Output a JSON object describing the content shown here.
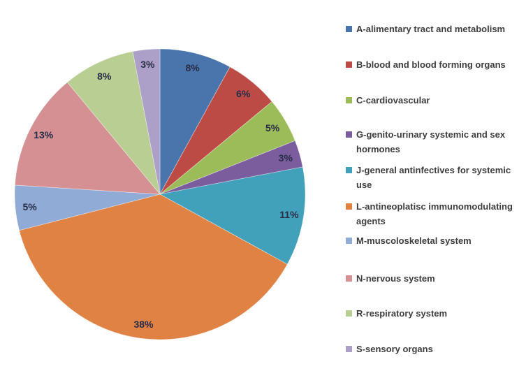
{
  "page": {
    "background": "#FFFFFF",
    "title": ""
  },
  "chart_data": {
    "type": "pie",
    "title": "",
    "unit": "percent",
    "start_angle_deg": 0,
    "direction": "clockwise",
    "legend_position": "right",
    "label_style": "percent labels inside slices",
    "label_color": "#282D47",
    "slices": [
      {
        "key": "A",
        "label": "A-alimentary tract and metabolism",
        "value": 8,
        "display": "8%",
        "color": "#4A74AC"
      },
      {
        "key": "B",
        "label": "B-blood and blood forming organs",
        "value": 6,
        "display": "6%",
        "color": "#BC4B45"
      },
      {
        "key": "C",
        "label": "C-cardiovascular",
        "value": 5,
        "display": "5%",
        "color": "#9CBB59"
      },
      {
        "key": "G",
        "label": "G-genito-urinary systemic and sex hormones",
        "value": 3,
        "display": "3%",
        "color": "#7B5C9D"
      },
      {
        "key": "J",
        "label": "J-general antinfectives for systemic use",
        "value": 11,
        "display": "11%",
        "color": "#41A0BA"
      },
      {
        "key": "L",
        "label": "L-antineoplatisc immunomodulating agents",
        "value": 38,
        "display": "38%",
        "color": "#DF8243"
      },
      {
        "key": "M",
        "label": "M-muscoloskeletal system",
        "value": 5,
        "display": "5%",
        "color": "#90ABD5"
      },
      {
        "key": "N",
        "label": "N-nervous system",
        "value": 13,
        "display": "13%",
        "color": "#D49092"
      },
      {
        "key": "R",
        "label": "R-respiratory system",
        "value": 8,
        "display": "8%",
        "color": "#B9CE93"
      },
      {
        "key": "S",
        "label": "S-sensory organs",
        "value": 3,
        "display": "3%",
        "color": "#ACA0C8"
      }
    ]
  }
}
